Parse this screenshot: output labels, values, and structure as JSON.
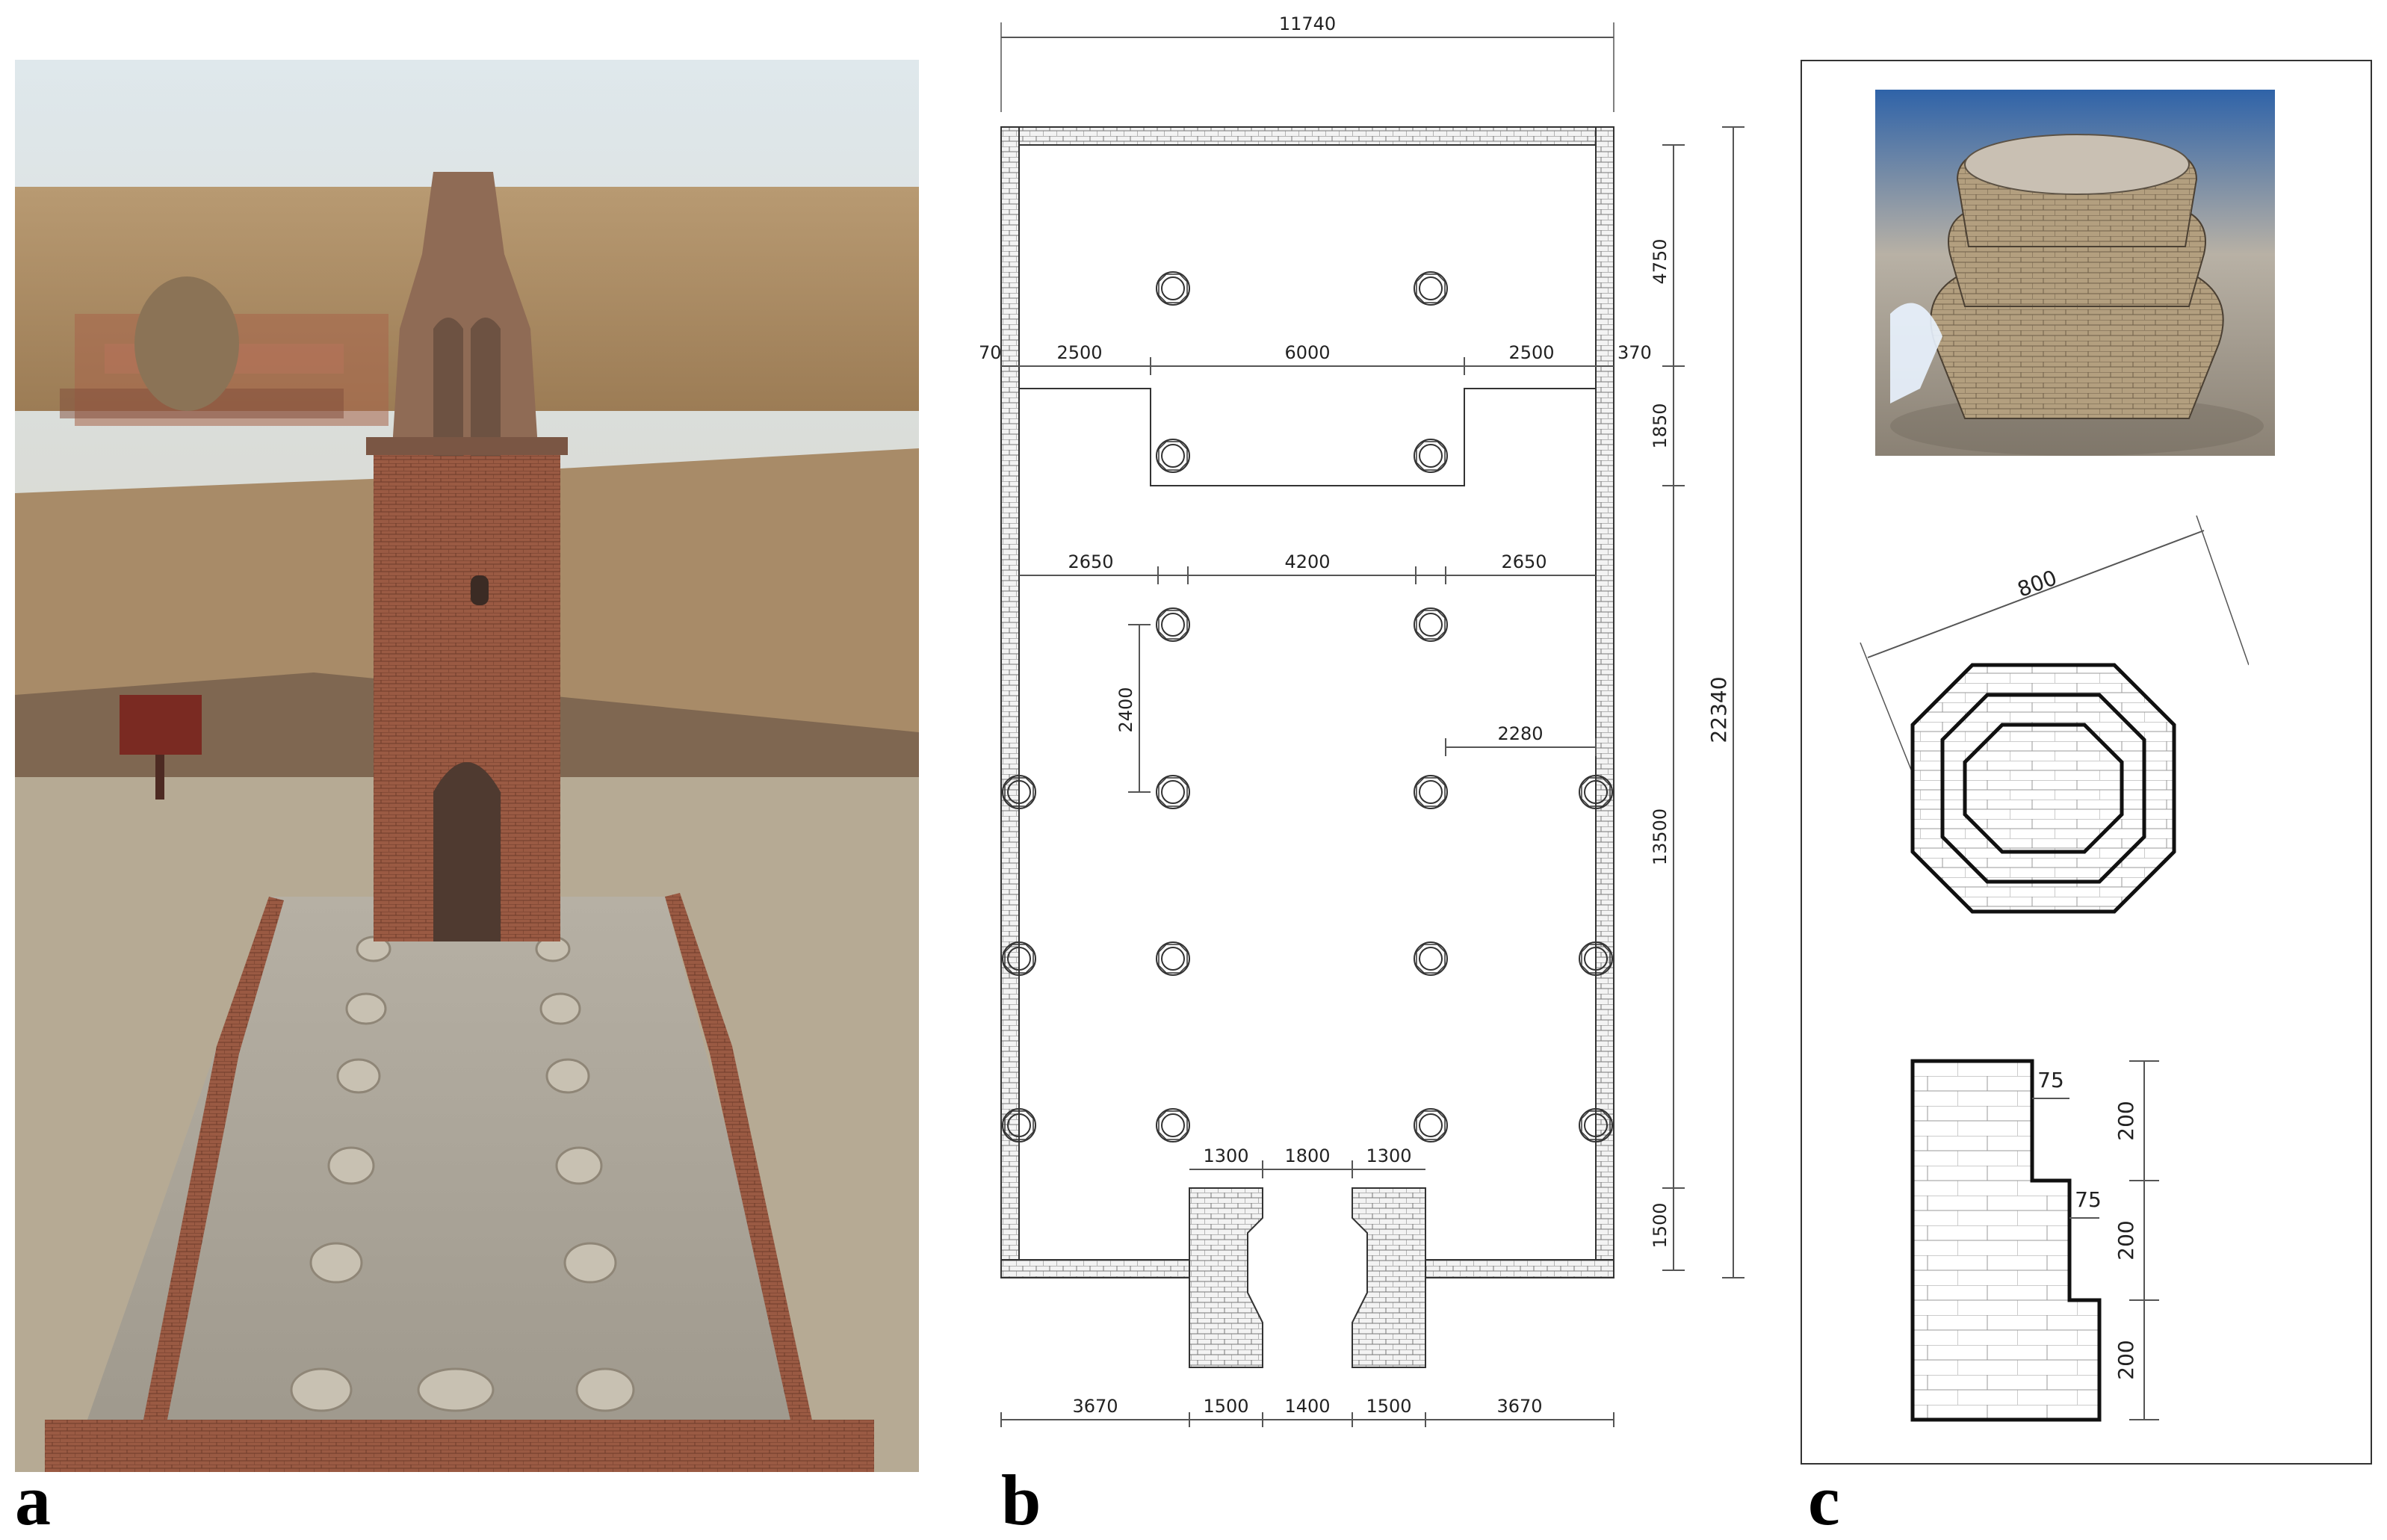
{
  "panels": {
    "a": {
      "letter": "a"
    },
    "b": {
      "letter": "b"
    },
    "c": {
      "letter": "c"
    }
  },
  "plan": {
    "overall_width": "11740",
    "overall_length": "22340",
    "row1_left": "2500",
    "row1_mid": "6000",
    "row1_right": "2500",
    "wall_left": "70",
    "wall_right": "370",
    "row2_left": "2650",
    "row2_mid": "4200",
    "row2_right": "2650",
    "bay_v": "2400",
    "bay_h": "2280",
    "right_seg1": "4750",
    "right_seg2": "1850",
    "right_seg3": "13500",
    "right_seg4": "1500",
    "door_left": "1300",
    "door_mid": "1800",
    "door_right": "1300",
    "bottom_1": "3670",
    "bottom_2": "1500",
    "bottom_3": "1400",
    "bottom_4": "1500",
    "bottom_5": "3670"
  },
  "base_detail": {
    "octagon_size": "800",
    "step1": "75",
    "step2": "75",
    "h1": "200",
    "h2": "200",
    "h3": "200"
  }
}
